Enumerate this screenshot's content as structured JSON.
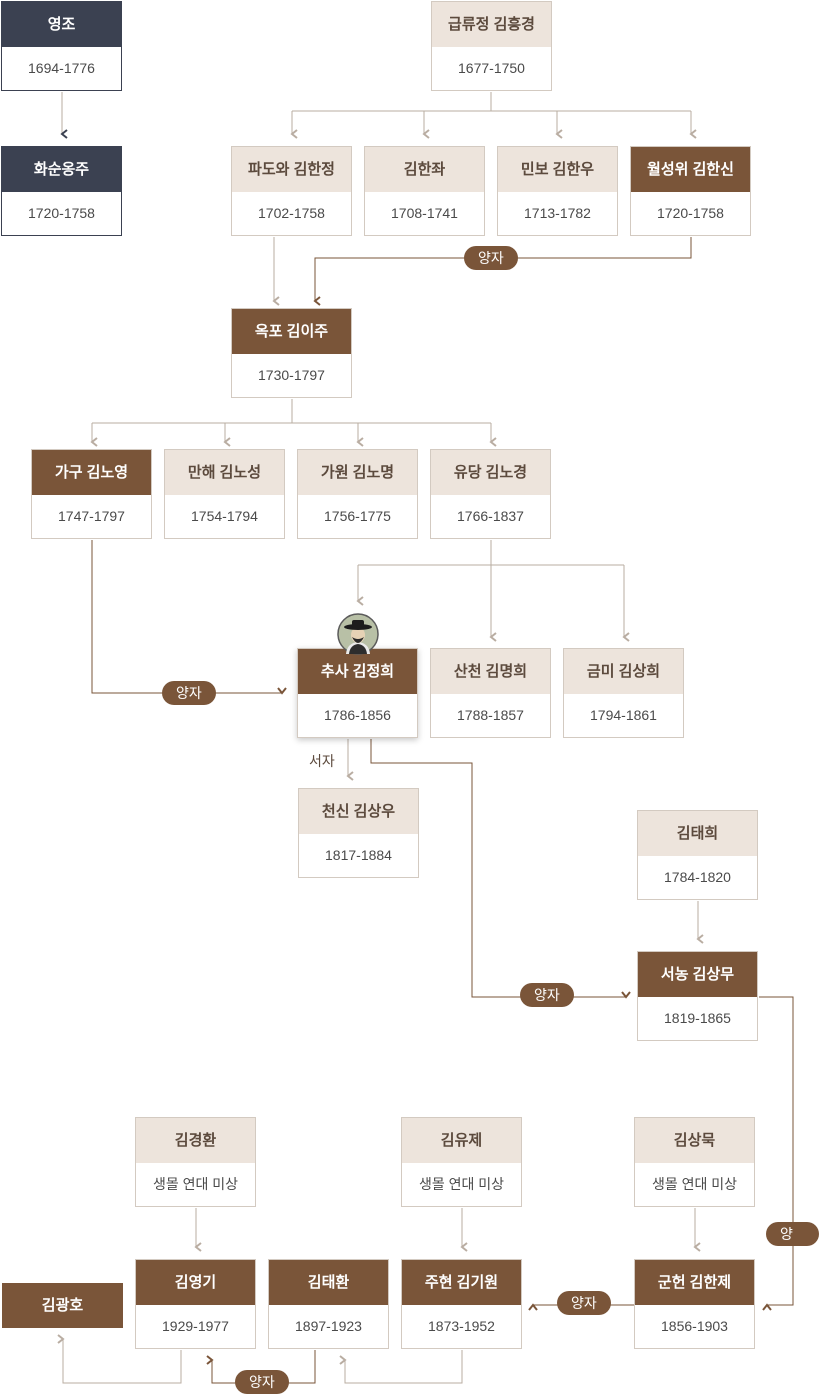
{
  "colors": {
    "brown": "#7a5539",
    "navy": "#3b4151",
    "beige": "#ede4dc",
    "connector_beige": "#b9ada2",
    "connector_brown": "#7a5539"
  },
  "nodes": {
    "yeongjo": {
      "name": "영조",
      "years": "1694-1776"
    },
    "hwasun": {
      "name": "화순옹주",
      "years": "1720-1758"
    },
    "heunggyeong": {
      "name": "급류정 김흥경",
      "years": "1677-1750"
    },
    "hanjeong": {
      "name": "파도와 김한정",
      "years": "1702-1758"
    },
    "hanjwa": {
      "name": "김한좌",
      "years": "1708-1741"
    },
    "hanwoo": {
      "name": "민보 김한우",
      "years": "1713-1782"
    },
    "hansin": {
      "name": "월성위 김한신",
      "years": "1720-1758"
    },
    "iju": {
      "name": "옥포 김이주",
      "years": "1730-1797"
    },
    "noyeong": {
      "name": "가구 김노영",
      "years": "1747-1797"
    },
    "noseong": {
      "name": "만해 김노성",
      "years": "1754-1794"
    },
    "nomyeong": {
      "name": "가원 김노명",
      "years": "1756-1775"
    },
    "nogyeong": {
      "name": "유당 김노경",
      "years": "1766-1837"
    },
    "jeonghui": {
      "name": "추사 김정희",
      "years": "1786-1856"
    },
    "myeonghui": {
      "name": "산천 김명희",
      "years": "1788-1857"
    },
    "sanghui": {
      "name": "금미 김상희",
      "years": "1794-1861"
    },
    "sangu": {
      "name": "천신 김상우",
      "years": "1817-1884"
    },
    "taehui": {
      "name": "김태희",
      "years": "1784-1820"
    },
    "sangmu": {
      "name": "서농 김상무",
      "years": "1819-1865"
    },
    "gyeonghwan": {
      "name": "김경환",
      "years": "생몰 연대 미상"
    },
    "yuje": {
      "name": "김유제",
      "years": "생몰 연대 미상"
    },
    "sangmuk": {
      "name": "김상묵",
      "years": "생몰 연대 미상"
    },
    "gwangho": {
      "name": "김광호"
    },
    "yeonggi": {
      "name": "김영기",
      "years": "1929-1977"
    },
    "taehwan": {
      "name": "김태환",
      "years": "1897-1923"
    },
    "giwon": {
      "name": "주현 김기원",
      "years": "1873-1952"
    },
    "hanje": {
      "name": "군헌 김한제",
      "years": "1856-1903"
    }
  },
  "labels": {
    "adoption": "양자",
    "illegitimate_son": "서자"
  },
  "icons": {
    "portrait": "scholar-portrait-icon",
    "arrow": "chevron-arrow-icon"
  }
}
